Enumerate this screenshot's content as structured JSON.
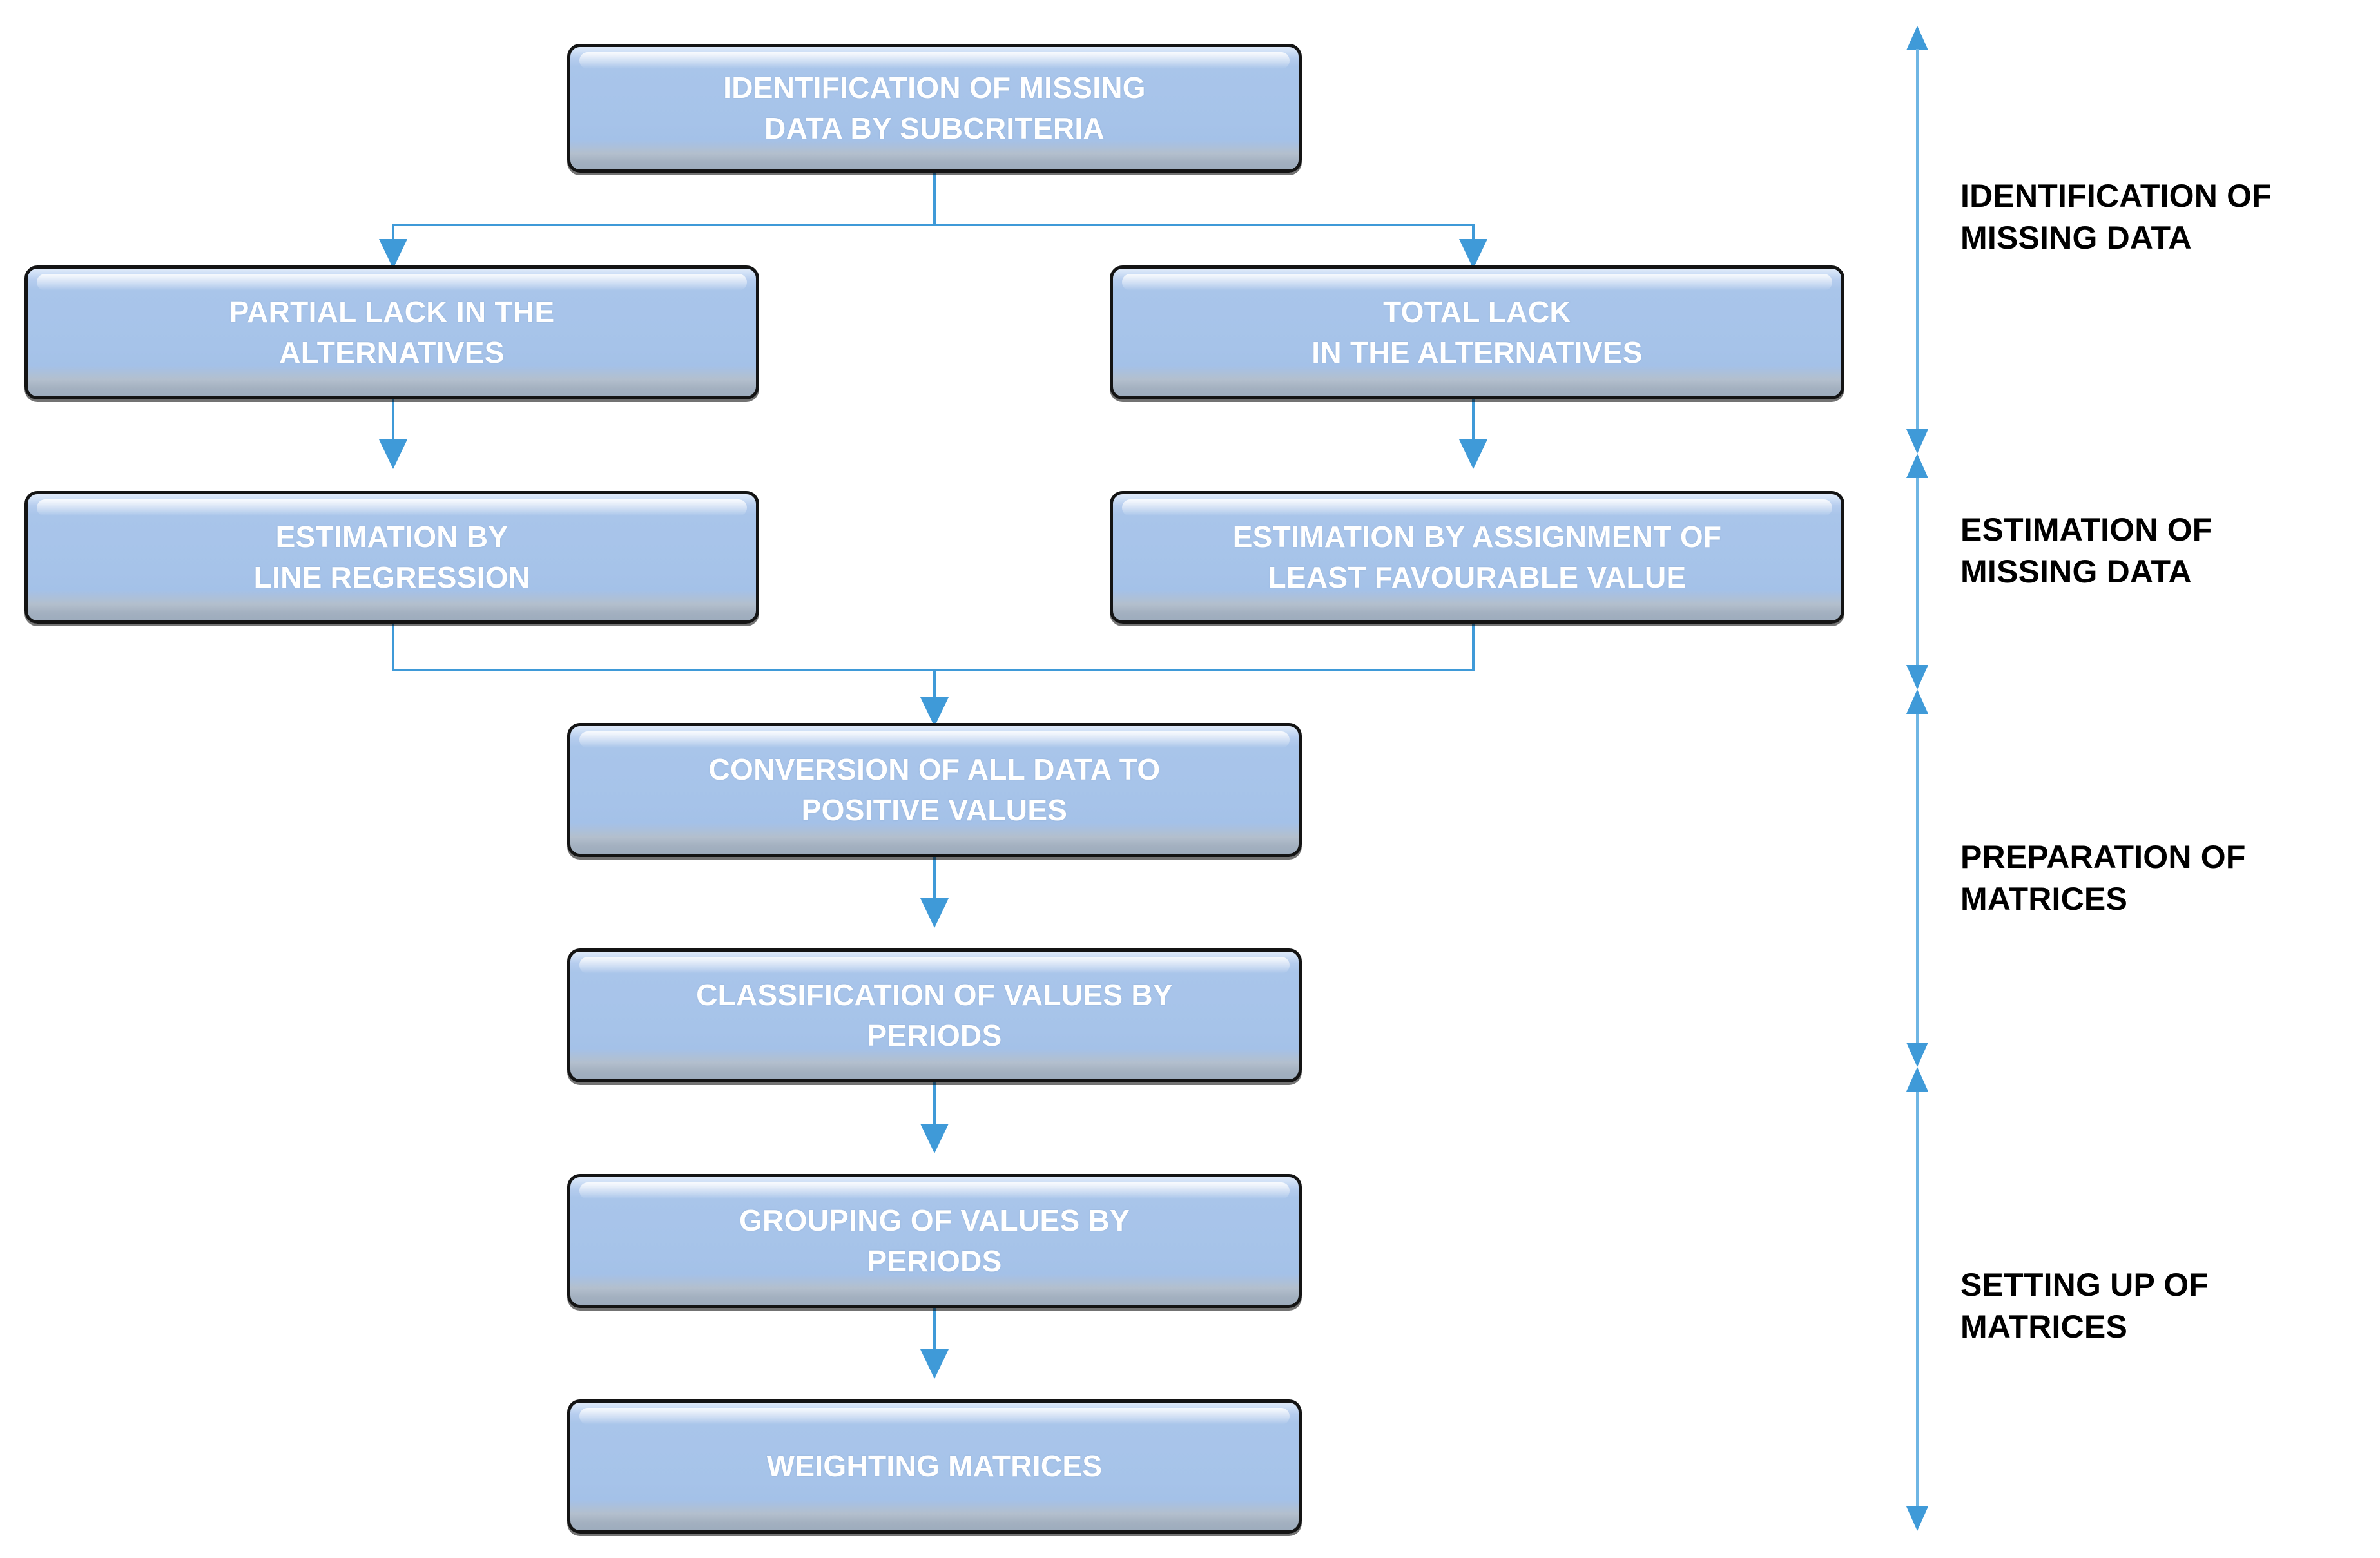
{
  "diagram": {
    "title": "Identification and estimation of missing data flowchart",
    "colors": {
      "node_fill": "#a6c3e9",
      "node_border": "#141414",
      "node_text": "#ffffff",
      "connector": "#3f9ad8",
      "axis": "#6fb6e4",
      "phase_text": "#000000",
      "background": "#ffffff"
    },
    "nodes": [
      {
        "id": "identification-of-missing-data-by-subcriteria",
        "label": "IDENTIFICATION OF MISSING\nDATA BY SUBCRITERIA"
      },
      {
        "id": "partial-lack-in-the-alternatives",
        "label": "PARTIAL LACK IN THE\nALTERNATIVES"
      },
      {
        "id": "total-lack-in-the-alternatives",
        "label": "TOTAL LACK\nIN THE ALTERNATIVES"
      },
      {
        "id": "estimation-by-line-regression",
        "label": "ESTIMATION BY\nLINE REGRESSION"
      },
      {
        "id": "estimation-by-assignment-of-least-favourable-value",
        "label": "ESTIMATION BY ASSIGNMENT OF\nLEAST FAVOURABLE VALUE"
      },
      {
        "id": "conversion-of-all-data-to-positive-values",
        "label": "CONVERSION OF ALL DATA TO\nPOSITIVE VALUES"
      },
      {
        "id": "classification-of-values-by-periods",
        "label": "CLASSIFICATION OF VALUES BY\nPERIODS"
      },
      {
        "id": "grouping-of-values-by-periods",
        "label": "GROUPING OF VALUES BY\nPERIODS"
      },
      {
        "id": "weighting-matrices",
        "label": "WEIGHTING MATRICES"
      }
    ],
    "phases": [
      {
        "id": "identification-of-missing-data",
        "label": "IDENTIFICATION OF\nMISSING DATA"
      },
      {
        "id": "estimation-of-missing-data",
        "label": "ESTIMATION OF\nMISSING DATA"
      },
      {
        "id": "preparation-of-matrices",
        "label": "PREPARATION OF\nMATRICES"
      },
      {
        "id": "setting-up-of-matrices",
        "label": "SETTING UP OF\nMATRICES"
      }
    ],
    "flow": {
      "split": "IDENTIFICATION OF MISSING DATA BY SUBCRITERIA branches to PARTIAL LACK IN THE ALTERNATIVES and TOTAL LACK IN THE ALTERNATIVES",
      "merge": "ESTIMATION BY LINE REGRESSION and ESTIMATION BY ASSIGNMENT OF LEAST FAVOURABLE VALUE merge into CONVERSION OF ALL DATA TO POSITIVE VALUES"
    }
  }
}
